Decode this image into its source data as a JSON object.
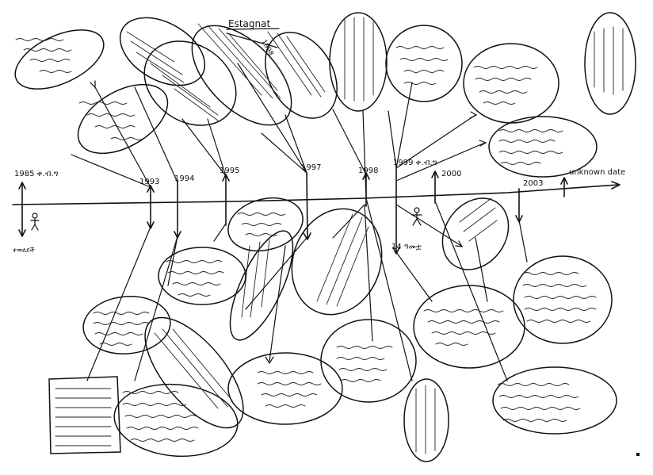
{
  "timeline": {
    "years": [
      {
        "id": "1985",
        "label": "1985 ቀ.ብ.ግ"
      },
      {
        "id": "1993",
        "label": "1993"
      },
      {
        "id": "1994",
        "label": "1994"
      },
      {
        "id": "1995",
        "label": "1995"
      },
      {
        "id": "1997",
        "label": "1997"
      },
      {
        "id": "1998",
        "label": "1998"
      },
      {
        "id": "1999",
        "label": "1999 ቀ.ብ.ግ"
      },
      {
        "id": "2000",
        "label": "2000"
      },
      {
        "id": "2003",
        "label": "2003"
      },
      {
        "id": "unknown",
        "label": "unknown date"
      }
    ],
    "below_labels": {
      "birth": "ተወለደች",
      "age14": "14 ዓመቷ"
    }
  },
  "title_word": "Estagnat",
  "margin_note": "1998"
}
